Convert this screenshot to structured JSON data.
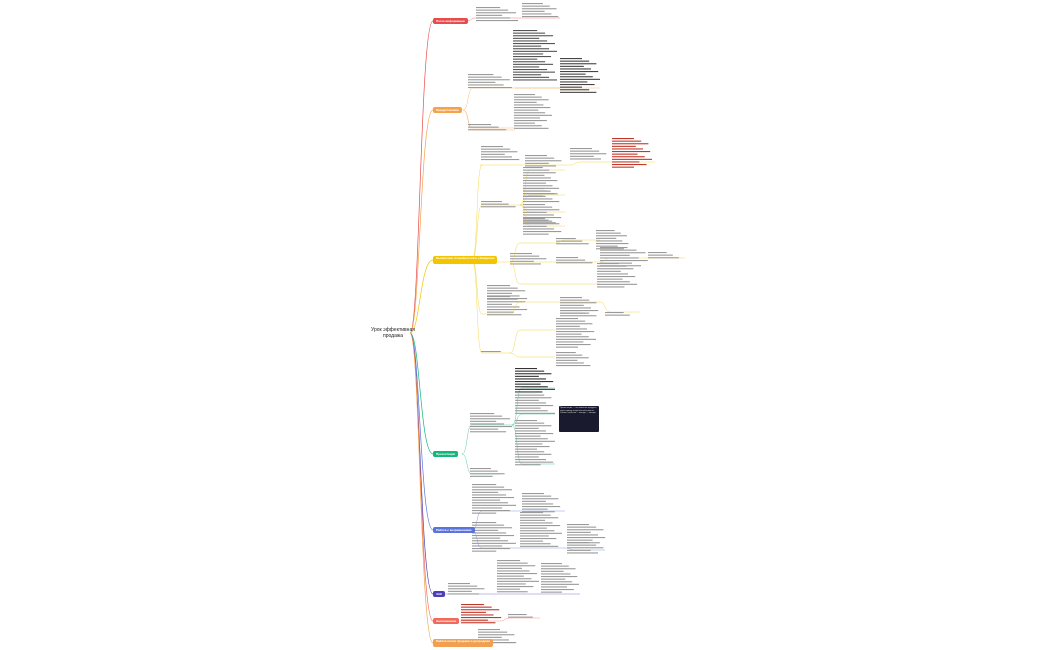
{
  "root": {
    "title": "Урок эффективная продажа"
  },
  "colors": {
    "red": "#e84b4b",
    "orange": "#f5a24a",
    "yellow": "#f2c500",
    "green": "#11b87c",
    "blue": "#5a73dd",
    "indigo": "#4b3fb5",
    "salmon": "#f26a5a",
    "tan": "#f0a050"
  },
  "branches": [
    {
      "label": "Поток информации",
      "color": "#e84b4b"
    },
    {
      "label": "Предустановка",
      "color": "#f5a24a"
    },
    {
      "label": "Выявление потребностей и убеждения",
      "color": "#f2c500"
    },
    {
      "label": "Презентация",
      "color": "#11b87c"
    },
    {
      "label": "Работа с возражениями",
      "color": "#5a73dd"
    },
    {
      "label": "ЗАК",
      "color": "#4b3fb5"
    },
    {
      "label": "Напоминание",
      "color": "#f26a5a"
    },
    {
      "label": "Работа после продажи и допродажи",
      "color": "#f0a050"
    }
  ],
  "dark_note": "Презентация — это описание продукта через призму потребностей клиента. Связка: свойство — выгода — эмоция."
}
